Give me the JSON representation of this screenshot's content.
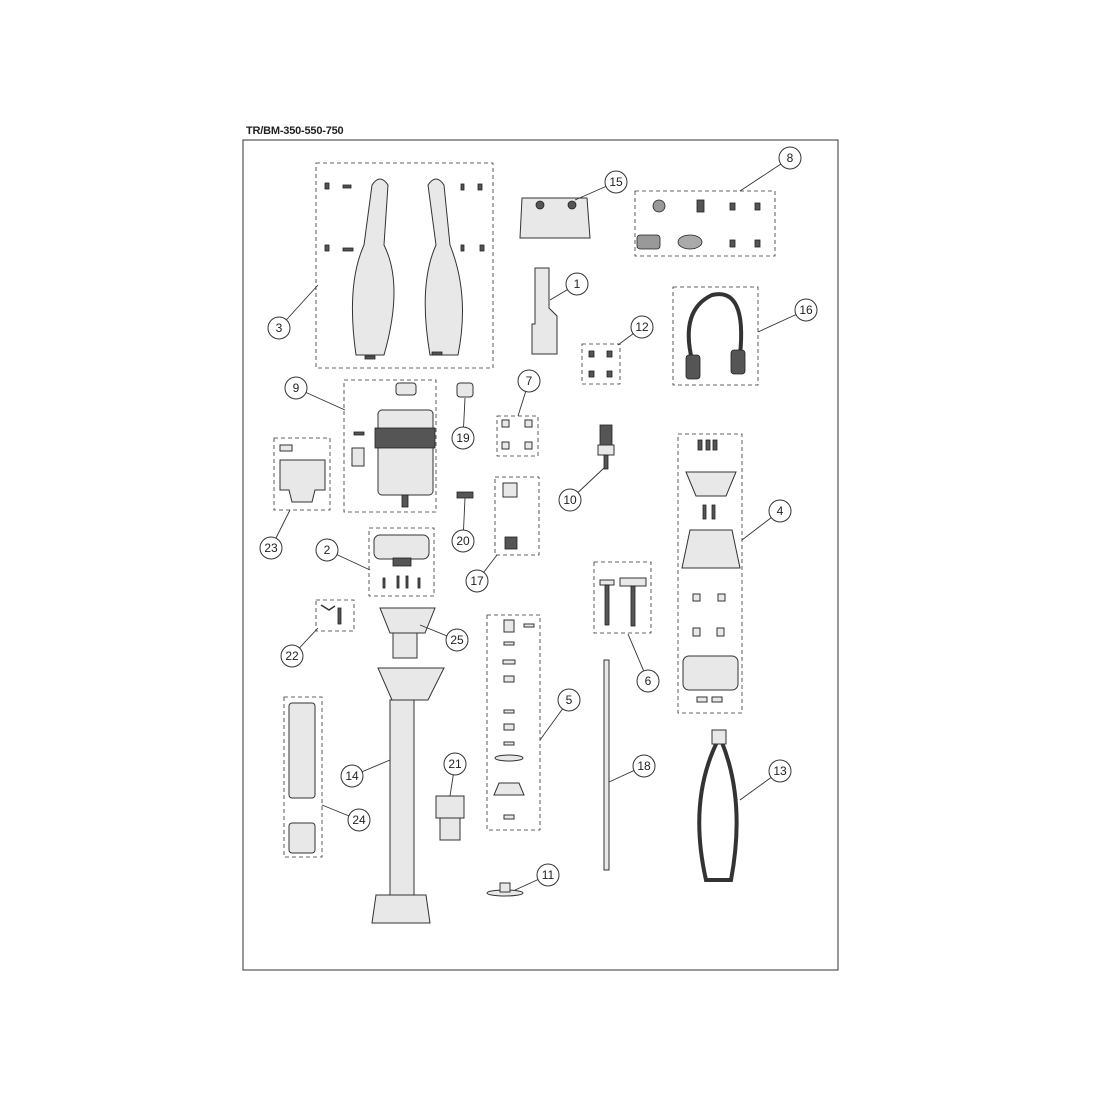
{
  "title": "TR/BM-350-550-750",
  "callouts": {
    "c1": "1",
    "c2": "2",
    "c3": "3",
    "c4": "4",
    "c5": "5",
    "c6": "6",
    "c7": "7",
    "c8": "8",
    "c9": "9",
    "c10": "10",
    "c11": "11",
    "c12": "12",
    "c13": "13",
    "c14": "14",
    "c15": "15",
    "c16": "16",
    "c17": "17",
    "c18": "18",
    "c19": "19",
    "c20": "20",
    "c21": "21",
    "c22": "22",
    "c23": "23",
    "c24": "24",
    "c25": "25"
  }
}
